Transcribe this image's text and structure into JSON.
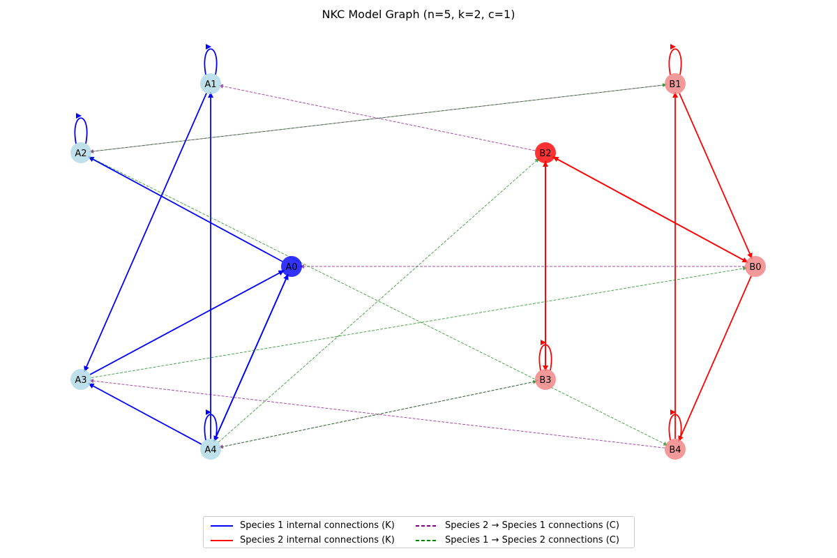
{
  "title": "NKC Model Graph (n=5, k=2, c=1)",
  "colors": {
    "species1_node": "#add8e6",
    "species1_focus": "#0000ff",
    "species2_node": "#f08080",
    "species2_focus": "#ff0000",
    "species1_internal": "#0000ff",
    "species2_internal": "#ff0000",
    "s2_to_s1": "#800080",
    "s1_to_s2": "#008000"
  },
  "nodes": [
    {
      "id": "A0",
      "label": "A0",
      "species": 1,
      "focus": true
    },
    {
      "id": "A1",
      "label": "A1",
      "species": 1,
      "focus": false
    },
    {
      "id": "A2",
      "label": "A2",
      "species": 1,
      "focus": false
    },
    {
      "id": "A3",
      "label": "A3",
      "species": 1,
      "focus": false
    },
    {
      "id": "A4",
      "label": "A4",
      "species": 1,
      "focus": false
    },
    {
      "id": "B0",
      "label": "B0",
      "species": 2,
      "focus": false
    },
    {
      "id": "B1",
      "label": "B1",
      "species": 2,
      "focus": false
    },
    {
      "id": "B2",
      "label": "B2",
      "species": 2,
      "focus": true
    },
    {
      "id": "B3",
      "label": "B3",
      "species": 2,
      "focus": false
    },
    {
      "id": "B4",
      "label": "B4",
      "species": 2,
      "focus": false
    }
  ],
  "edges": [
    {
      "from": "A1",
      "to": "A1",
      "kind": "species1_internal"
    },
    {
      "from": "A2",
      "to": "A2",
      "kind": "species1_internal"
    },
    {
      "from": "A4",
      "to": "A4",
      "kind": "species1_internal"
    },
    {
      "from": "A4",
      "to": "A1",
      "kind": "species1_internal"
    },
    {
      "from": "A1",
      "to": "A3",
      "kind": "species1_internal"
    },
    {
      "from": "A0",
      "to": "A2",
      "kind": "species1_internal"
    },
    {
      "from": "A3",
      "to": "A0",
      "kind": "species1_internal"
    },
    {
      "from": "A4",
      "to": "A0",
      "kind": "species1_internal"
    },
    {
      "from": "A0",
      "to": "A4",
      "kind": "species1_internal"
    },
    {
      "from": "A4",
      "to": "A3",
      "kind": "species1_internal"
    },
    {
      "from": "B1",
      "to": "B1",
      "kind": "species2_internal"
    },
    {
      "from": "B3",
      "to": "B3",
      "kind": "species2_internal"
    },
    {
      "from": "B4",
      "to": "B4",
      "kind": "species2_internal"
    },
    {
      "from": "B1",
      "to": "B0",
      "kind": "species2_internal"
    },
    {
      "from": "B2",
      "to": "B0",
      "kind": "species2_internal"
    },
    {
      "from": "B0",
      "to": "B2",
      "kind": "species2_internal"
    },
    {
      "from": "B3",
      "to": "B2",
      "kind": "species2_internal"
    },
    {
      "from": "B2",
      "to": "B3",
      "kind": "species2_internal"
    },
    {
      "from": "B4",
      "to": "B1",
      "kind": "species2_internal"
    },
    {
      "from": "B0",
      "to": "B4",
      "kind": "species2_internal"
    },
    {
      "from": "B2",
      "to": "A1",
      "kind": "s2_to_s1"
    },
    {
      "from": "B1",
      "to": "A2",
      "kind": "s2_to_s1"
    },
    {
      "from": "B0",
      "to": "A0",
      "kind": "s2_to_s1"
    },
    {
      "from": "B4",
      "to": "A3",
      "kind": "s2_to_s1"
    },
    {
      "from": "B3",
      "to": "A4",
      "kind": "s2_to_s1"
    },
    {
      "from": "A2",
      "to": "B1",
      "kind": "s1_to_s2"
    },
    {
      "from": "A4",
      "to": "B2",
      "kind": "s1_to_s2"
    },
    {
      "from": "A3",
      "to": "B0",
      "kind": "s1_to_s2"
    },
    {
      "from": "A4",
      "to": "B3",
      "kind": "s1_to_s2"
    },
    {
      "from": "A2",
      "to": "B4",
      "kind": "s1_to_s2"
    }
  ],
  "legend": [
    {
      "label": "Species 1 internal connections (K)",
      "kind": "species1_internal",
      "style": "solid"
    },
    {
      "label": "Species 2 internal connections (K)",
      "kind": "species2_internal",
      "style": "solid"
    },
    {
      "label": "Species 2 → Species 1 connections (C)",
      "kind": "s2_to_s1",
      "style": "dashed"
    },
    {
      "label": "Species 1 → Species 2 connections (C)",
      "kind": "s1_to_s2",
      "style": "dashed"
    }
  ]
}
